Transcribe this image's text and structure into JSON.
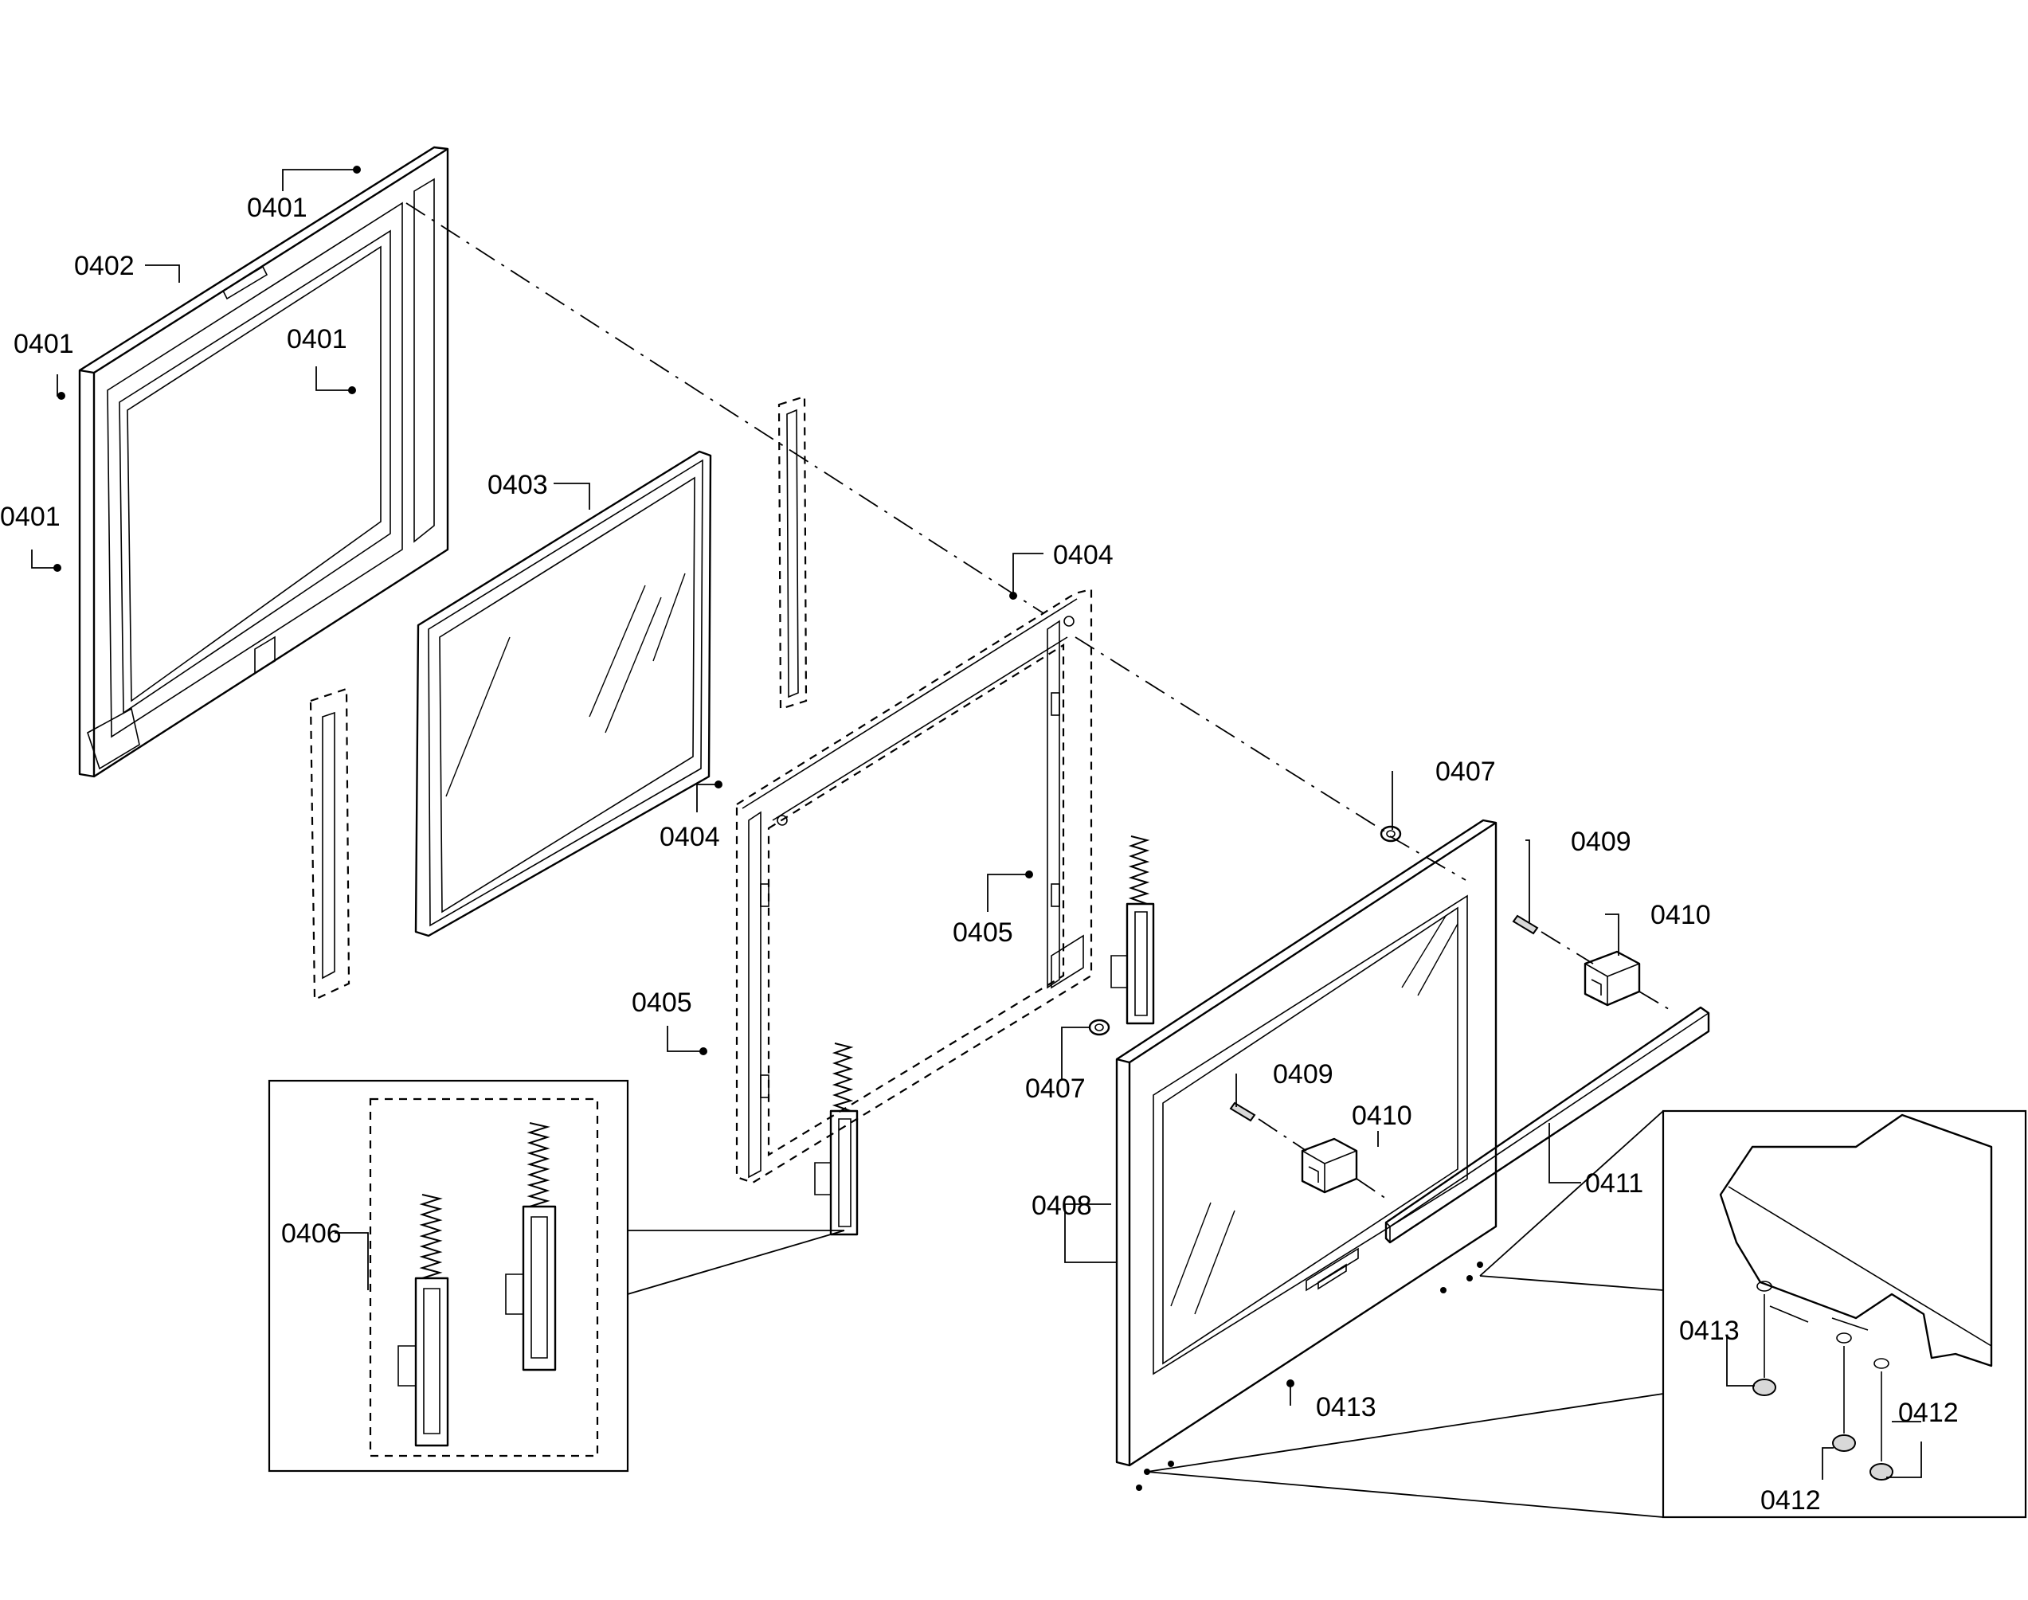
{
  "callouts": [
    {
      "id": "c1",
      "text": "0401"
    },
    {
      "id": "c2",
      "text": "0402"
    },
    {
      "id": "c3",
      "text": "0401"
    },
    {
      "id": "c4",
      "text": "0401"
    },
    {
      "id": "c5",
      "text": "0401"
    },
    {
      "id": "c6",
      "text": "0403"
    },
    {
      "id": "c7",
      "text": "0404"
    },
    {
      "id": "c8",
      "text": "0404"
    },
    {
      "id": "c9",
      "text": "0405"
    },
    {
      "id": "c10",
      "text": "0405"
    },
    {
      "id": "c11",
      "text": "0406"
    },
    {
      "id": "c12",
      "text": "0407"
    },
    {
      "id": "c13",
      "text": "0407"
    },
    {
      "id": "c14",
      "text": "0409"
    },
    {
      "id": "c15",
      "text": "0409"
    },
    {
      "id": "c16",
      "text": "0410"
    },
    {
      "id": "c17",
      "text": "0410"
    },
    {
      "id": "c18",
      "text": "0408"
    },
    {
      "id": "c19",
      "text": "0411"
    },
    {
      "id": "c20",
      "text": "0413"
    },
    {
      "id": "c21",
      "text": "0413"
    },
    {
      "id": "c22",
      "text": "0412"
    },
    {
      "id": "c23",
      "text": "0412"
    }
  ]
}
